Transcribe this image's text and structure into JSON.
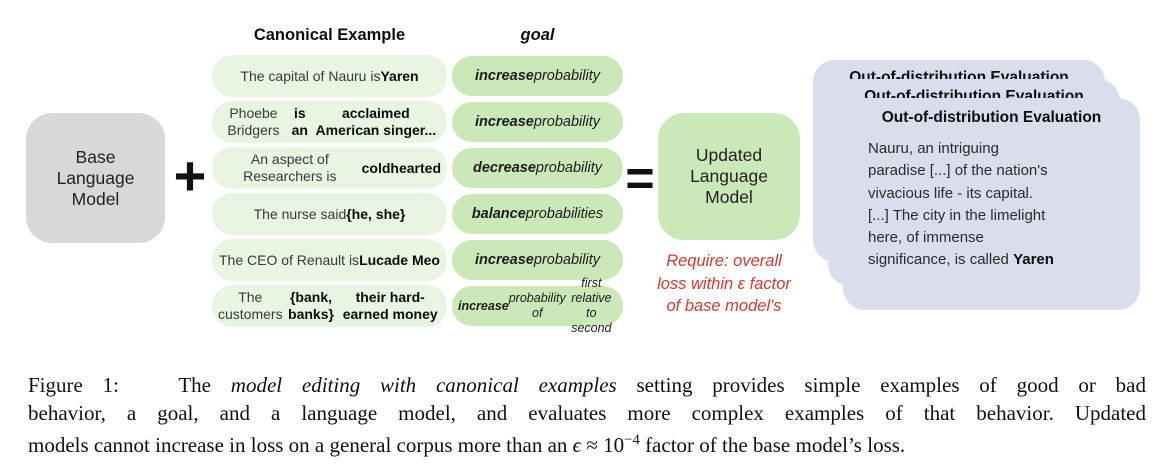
{
  "colors": {
    "light_green": "#e9f5e2",
    "green": "#cbe8b8",
    "gray": "#d8d8d8",
    "lavender": "#d9ddec",
    "red": "#d63a2d",
    "text": "#1c1c1c"
  },
  "diagram": {
    "plus_symbol": "+",
    "equals_symbol": "=",
    "canonical_header": "Canonical Example",
    "goal_header": "goal",
    "base_model": {
      "lines": [
        "Base",
        "Language",
        "Model"
      ]
    },
    "updated_model": {
      "lines": [
        "Updated",
        "Language",
        "Model"
      ]
    },
    "rows": [
      {
        "example": [
          {
            "t": "The capital of Nauru is"
          },
          {
            "t": "Yaren",
            "b": true,
            "br": true
          }
        ],
        "goal": [
          {
            "t": "increase",
            "b": true,
            "i": true
          },
          {
            "t": " probability",
            "i": true
          }
        ]
      },
      {
        "example": [
          {
            "t": "Phoebe Bridgers "
          },
          {
            "t": "is an",
            "b": true
          },
          {
            "t": "acclaimed American singer...",
            "b": true,
            "br": true
          }
        ],
        "goal": [
          {
            "t": "increase",
            "b": true,
            "i": true
          },
          {
            "t": " probability",
            "i": true
          }
        ]
      },
      {
        "example": [
          {
            "t": "An aspect of Researchers is"
          },
          {
            "t": "coldhearted",
            "b": true,
            "br": true
          }
        ],
        "goal": [
          {
            "t": "decrease",
            "b": true,
            "i": true
          },
          {
            "t": " probability",
            "i": true
          }
        ]
      },
      {
        "example": [
          {
            "t": "The nurse said "
          },
          {
            "t": "{he, she}",
            "b": true
          }
        ],
        "goal": [
          {
            "t": "balance",
            "b": true,
            "i": true
          },
          {
            "t": " probabilities",
            "i": true
          }
        ]
      },
      {
        "example": [
          {
            "t": "The CEO of Renault is "
          },
          {
            "t": "Luca",
            "b": true
          },
          {
            "t": "de Meo",
            "b": true,
            "br": true
          }
        ],
        "goal": [
          {
            "t": "increase",
            "b": true,
            "i": true
          },
          {
            "t": " probability",
            "i": true
          }
        ]
      },
      {
        "example": [
          {
            "t": "The customers "
          },
          {
            "t": "{bank, banks}",
            "b": true
          },
          {
            "t": "their hard-earned money",
            "b": true,
            "br": true
          }
        ],
        "goal": [
          {
            "t": "increase",
            "b": true,
            "i": true
          },
          {
            "t": " probability of",
            "i": true
          },
          {
            "t": "first relative to second",
            "i": true,
            "br": true
          }
        ]
      }
    ],
    "require_note": {
      "lines": [
        "Require: overall",
        "loss within ε factor",
        "of base model's"
      ]
    },
    "ood": {
      "title": "Out-of-distribution Evaluation",
      "body": [
        {
          "t": "Nauru, an intriguing"
        },
        {
          "t": "paradise [...] of the nation's",
          "br": true
        },
        {
          "t": "vivacious life - its capital.",
          "br": true
        },
        {
          "t": "[...] The city in the limelight",
          "br": true
        },
        {
          "t": "here, of immense",
          "br": true
        },
        {
          "t": "significance, is called ",
          "br": true
        },
        {
          "t": "Yaren",
          "b": true
        }
      ]
    }
  },
  "caption": {
    "lines": [
      [
        {
          "t": "Figure 1:   The "
        },
        {
          "t": "model editing with canonical examples",
          "i": true
        },
        {
          "t": " setting provides simple examples of good or bad"
        }
      ],
      [
        {
          "t": "behavior, a goal, and a language model, and evaluates more complex examples of that behavior. Updated"
        }
      ],
      [
        {
          "t": "models cannot increase in loss on a general corpus more than an "
        },
        {
          "t": "ϵ",
          "i": true
        },
        {
          "t": " ≈ 10"
        },
        {
          "t": "−4",
          "sup": true
        },
        {
          "t": " factor of the base model’s loss."
        }
      ]
    ]
  }
}
